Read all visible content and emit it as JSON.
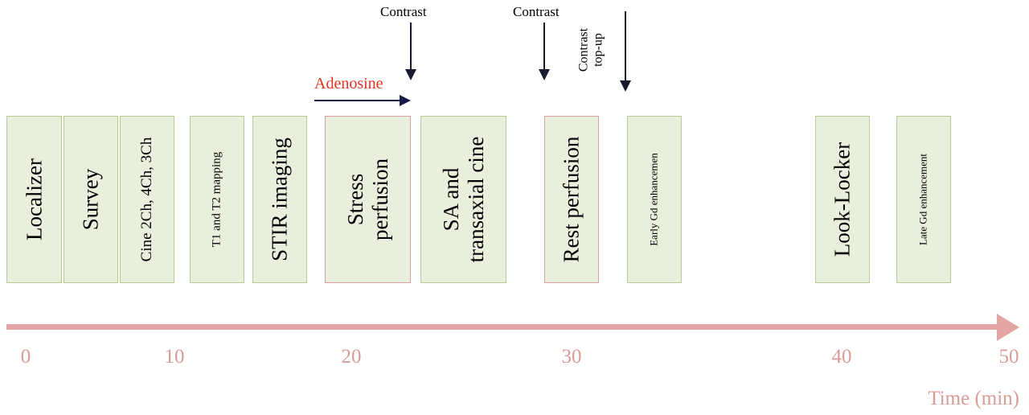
{
  "blocks": [
    {
      "label": "Localizer"
    },
    {
      "label": "Survey"
    },
    {
      "label": "Cine 2Ch, 4Ch, 3Ch"
    },
    {
      "label": "T1 and T2 mapping"
    },
    {
      "label": "STIR imaging"
    },
    {
      "label": "Stress\nperfusion"
    },
    {
      "label": "SA and\ntransaxial cine"
    },
    {
      "label": "Rest perfusion"
    },
    {
      "label": "Early Gd enhancemen"
    },
    {
      "label": "Look-Locker"
    },
    {
      "label": "Late Gd enhancement"
    }
  ],
  "annotations": {
    "adenosine": "Adenosine",
    "contrast_1": "Contrast",
    "contrast_2": "Contrast",
    "contrast_topup": "Contrast\ntop-up"
  },
  "axis": {
    "ticks": [
      "0",
      "10",
      "20",
      "30",
      "40",
      "50"
    ],
    "title": "Time (min)"
  },
  "colors": {
    "box_fill": "#e9efdc",
    "box_border_green": "#b7cc93",
    "box_border_pink": "#d9a19d",
    "axis": "#e3a6a5",
    "adenosine": "#e63323"
  }
}
